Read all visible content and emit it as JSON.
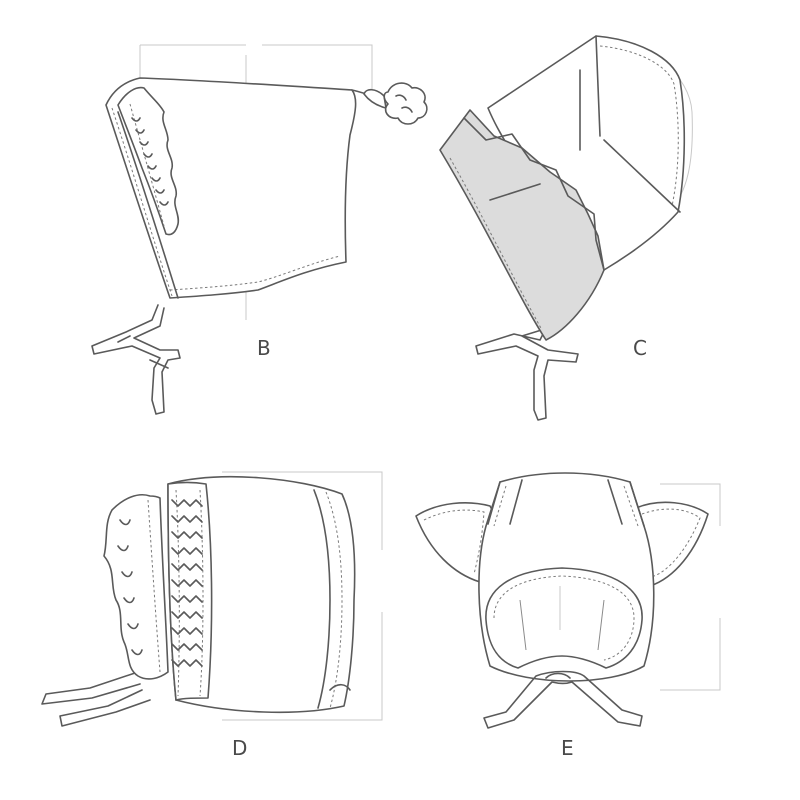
{
  "figure": {
    "views": [
      {
        "id": "B",
        "label": "B"
      },
      {
        "id": "C",
        "label": "C"
      },
      {
        "id": "D",
        "label": "D"
      },
      {
        "id": "E",
        "label": "E"
      }
    ]
  },
  "colors": {
    "line": "#5a5a5a",
    "shaded_brim": "#dcdcdc",
    "guide": "#c8c8c8",
    "label": "#4a4a4a"
  }
}
